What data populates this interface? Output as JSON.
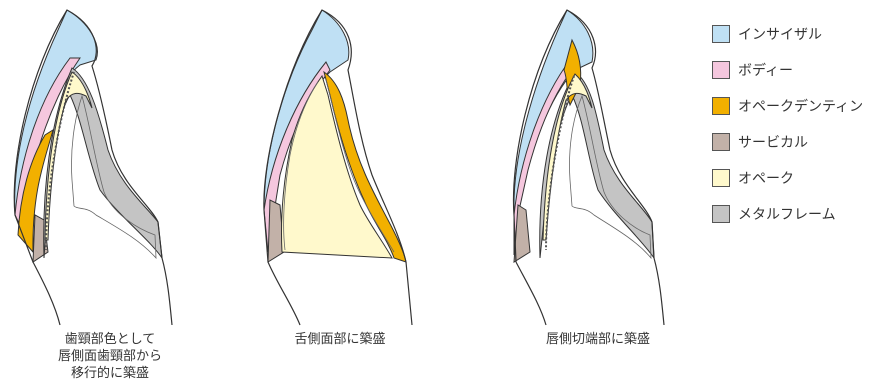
{
  "colors": {
    "incisal": "#bfe0f4",
    "body": "#f5c7de",
    "opaque_dentin": "#f2b000",
    "cervical": "#c2b1a8",
    "opaque": "#fff9cc",
    "metal_frame": "#c4c4c4",
    "outline": "#333333"
  },
  "captions": [
    {
      "lines": [
        "歯頸部色として",
        "唇側面歯頸部から",
        "移行的に築盛"
      ]
    },
    {
      "lines": [
        "舌側面部に築盛"
      ]
    },
    {
      "lines": [
        "唇側切端部に築盛"
      ]
    }
  ],
  "legend": [
    {
      "label": "インサイザル",
      "color_key": "incisal"
    },
    {
      "label": "ボディー",
      "color_key": "body"
    },
    {
      "label": "オペークデンティン",
      "color_key": "opaque_dentin"
    },
    {
      "label": "サービカル",
      "color_key": "cervical"
    },
    {
      "label": "オペーク",
      "color_key": "opaque"
    },
    {
      "label": "メタルフレーム",
      "color_key": "metal_frame"
    }
  ]
}
